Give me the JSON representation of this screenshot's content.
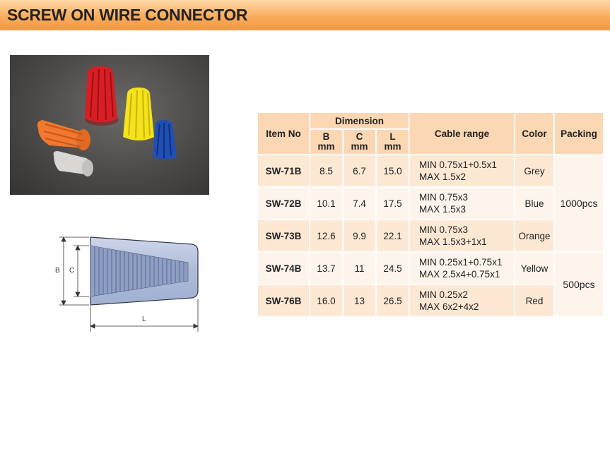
{
  "title": "SCREW ON WIRE CONNECTOR",
  "diagram_labels": {
    "b": "B",
    "c": "C",
    "l": "L"
  },
  "table": {
    "headers": {
      "item_no": "Item No",
      "dimension": "Dimension",
      "b": "B",
      "b_unit": "mm",
      "c": "C",
      "c_unit": "mm",
      "l": "L",
      "l_unit": "mm",
      "cable_range": "Cable range",
      "color": "Color",
      "packing": "Packing"
    },
    "rows": [
      {
        "item": "SW-71B",
        "b": "8.5",
        "c": "6.7",
        "l": "15.0",
        "cable_min": "MIN  0.75x1+0.5x1",
        "cable_max": "MAX 1.5x2",
        "color": "Grey"
      },
      {
        "item": "SW-72B",
        "b": "10.1",
        "c": "7.4",
        "l": "17.5",
        "cable_min": "MIN  0.75x3",
        "cable_max": "MAX 1.5x3",
        "color": "Blue"
      },
      {
        "item": "SW-73B",
        "b": "12.6",
        "c": "9.9",
        "l": "22.1",
        "cable_min": "MIN  0.75x3",
        "cable_max": "MAX 1.5x3+1x1",
        "color": "Orange"
      },
      {
        "item": "SW-74B",
        "b": "13.7",
        "c": "11",
        "l": "24.5",
        "cable_min": "MIN  0.25x1+0.75x1",
        "cable_max": "MAX 2.5x4+0.75x1",
        "color": "Yellow"
      },
      {
        "item": "SW-76B",
        "b": "16.0",
        "c": "13",
        "l": "26.5",
        "cable_min": "MIN  0.25x2",
        "cable_max": "MAX 6x2+4x2",
        "color": "Red"
      }
    ],
    "packing_groups": [
      "1000pcs",
      "500pcs"
    ]
  }
}
